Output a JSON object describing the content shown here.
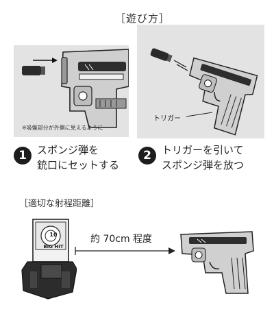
{
  "title": "［遊び方］",
  "panel1": {
    "note": "※吸盤部分が外側に見えるように"
  },
  "panel2": {
    "trigger_label": "トリガー"
  },
  "steps": [
    {
      "num": "1",
      "line1": "スポンジ弾を",
      "line2": "銃口にセットする"
    },
    {
      "num": "2",
      "line1": "トリガーを引いて",
      "line2": "スポンジ弾を放つ"
    }
  ],
  "distance_section": {
    "heading": "［適切な射程距離］",
    "distance_label": "約 70cm 程度",
    "target_text": "BIG HIT",
    "target_center": "10"
  }
}
